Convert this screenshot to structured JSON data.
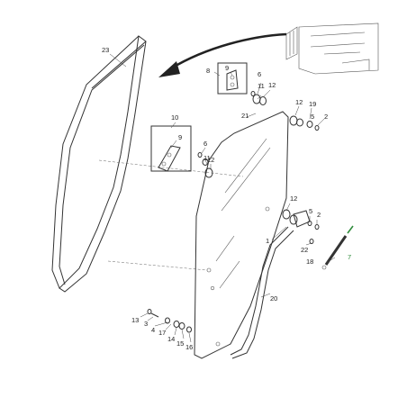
{
  "diagram": {
    "callouts": [
      {
        "label": "23"
      },
      {
        "label": "8"
      },
      {
        "label": "9"
      },
      {
        "label": "6"
      },
      {
        "label": "11"
      },
      {
        "label": "12"
      },
      {
        "label": "21"
      },
      {
        "label": "12"
      },
      {
        "label": "19"
      },
      {
        "label": "5"
      },
      {
        "label": "2"
      },
      {
        "label": "10"
      },
      {
        "label": "9"
      },
      {
        "label": "6"
      },
      {
        "label": "11"
      },
      {
        "label": "12"
      },
      {
        "label": "12"
      },
      {
        "label": "5"
      },
      {
        "label": "2"
      },
      {
        "label": "1"
      },
      {
        "label": "22"
      },
      {
        "label": "7"
      },
      {
        "label": "18"
      },
      {
        "label": "20"
      },
      {
        "label": "13"
      },
      {
        "label": "3"
      },
      {
        "label": "4"
      },
      {
        "label": "17"
      },
      {
        "label": "14"
      },
      {
        "label": "15"
      },
      {
        "label": "16"
      }
    ]
  },
  "colors": {
    "line": "#333333",
    "highlight": "#2e8b3a"
  }
}
